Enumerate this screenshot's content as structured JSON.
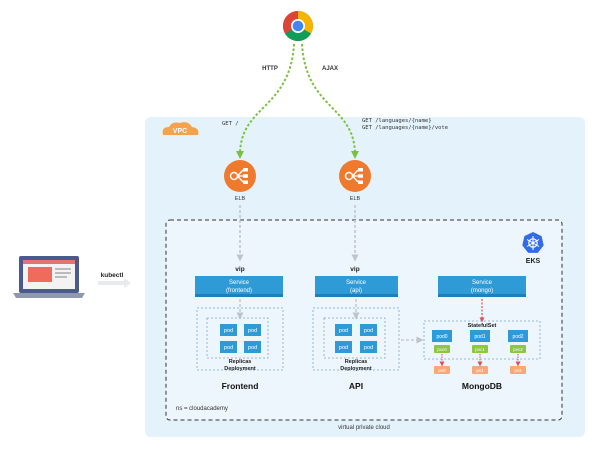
{
  "client": {
    "browser_icon": "chrome-icon",
    "laptop_icon": "laptop-icon",
    "http_label": "HTTP",
    "ajax_label": "AJAX",
    "kubectl_label": "kubectl"
  },
  "requests": {
    "frontend_path": "GET /",
    "api_path_1": "GET /languages/{name}",
    "api_path_2": "GET /languages/{name}/vote"
  },
  "vpc": {
    "badge": "VPC",
    "footer": "virtual private cloud"
  },
  "load_balancers": {
    "frontend_label": "ELB",
    "api_label": "ELB",
    "icon": "elb-icon"
  },
  "cluster": {
    "name": "EKS",
    "icon": "kubernetes-icon",
    "namespace": "ns = cloudacademy"
  },
  "services": {
    "vip_label": "vip",
    "frontend": {
      "line1": "Service",
      "line2": "(frontend)"
    },
    "api": {
      "line1": "Service",
      "line2": "(api)"
    },
    "mongo": {
      "line1": "Service",
      "line2": "(mongo)"
    }
  },
  "deployments": {
    "pod_label": "pod",
    "replicas_label": "Replicas",
    "deployment_label": "Deployment"
  },
  "statefulset": {
    "title": "StatefulSet",
    "pods": [
      "pod0",
      "pod1",
      "pod2"
    ],
    "pvcs": [
      "pvc0",
      "pvc1",
      "pvc2"
    ],
    "pvs": [
      "pv0",
      "pv1",
      "pv2"
    ]
  },
  "tiers": {
    "frontend": "Frontend",
    "api": "API",
    "mongodb": "MongoDB"
  },
  "colors": {
    "vpc_fill": "#e4f3fb",
    "cluster_fill": "#edf6fc",
    "service_blue": "#2e9ad6",
    "service_dark": "#1f7fb8",
    "pod_blue": "#2e9ad6",
    "elb_orange": "#ef7a2e",
    "arrow_green": "#7cc043",
    "pvc_green": "#8dc63f",
    "pv_orange": "#f7a878",
    "k8s_blue": "#326ce5"
  }
}
